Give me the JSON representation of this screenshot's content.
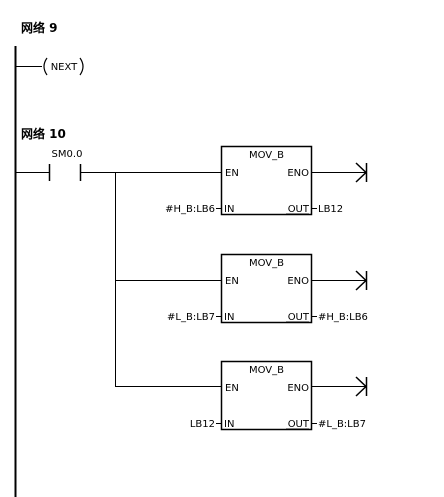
{
  "networks": [
    {
      "title": "网络 9",
      "coil_label": "NEXT"
    },
    {
      "title": "网络 10",
      "contact_label": "SM0.0",
      "boxes": [
        {
          "name": "MOV_B",
          "en": "EN",
          "eno": "ENO",
          "in_pin": "IN",
          "out_pin": "OUT",
          "in_operand": "#H_B:LB6",
          "out_operand": "LB12"
        },
        {
          "name": "MOV_B",
          "en": "EN",
          "eno": "ENO",
          "in_pin": "IN",
          "out_pin": "OUT",
          "in_operand": "#L_B:LB7",
          "out_operand": "#H_B:LB6"
        },
        {
          "name": "MOV_B",
          "en": "EN",
          "eno": "ENO",
          "in_pin": "IN",
          "out_pin": "OUT",
          "in_operand": "LB12",
          "out_operand": "#L_B:LB7"
        }
      ]
    }
  ]
}
